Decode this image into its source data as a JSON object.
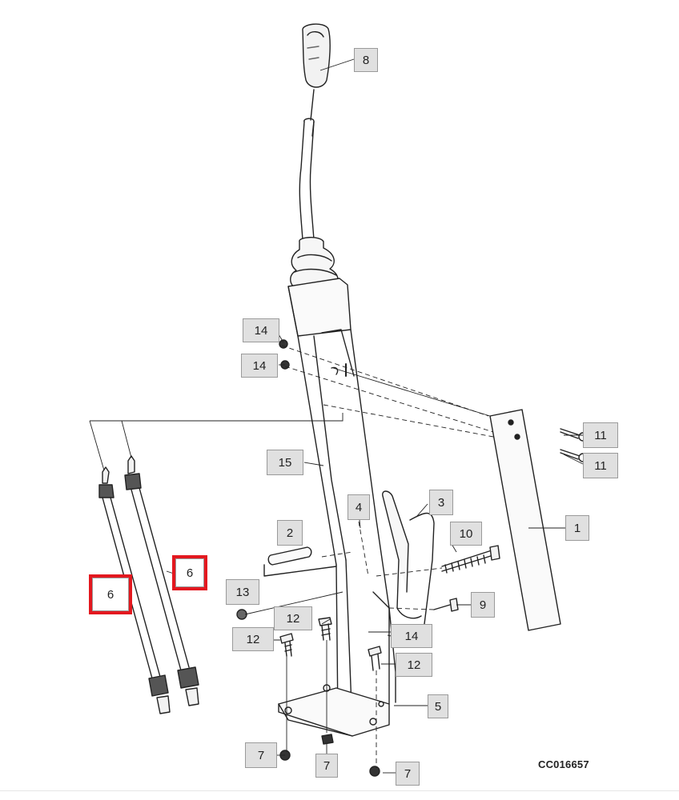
{
  "callouts": {
    "c8": "8",
    "c14a": "14",
    "c14b": "14",
    "c11a": "11",
    "c11b": "11",
    "c15": "15",
    "c4": "4",
    "c3": "3",
    "c1": "1",
    "c2": "2",
    "c10": "10",
    "c6a": "6",
    "c6b": "6",
    "c13": "13",
    "c9": "9",
    "c12a": "12",
    "c12b": "12",
    "c14c": "14",
    "c12c": "12",
    "c5": "5",
    "c7a": "7",
    "c7b": "7",
    "c7c": "7"
  },
  "image_code": "CC016657",
  "highlight_color": "#e3181f"
}
